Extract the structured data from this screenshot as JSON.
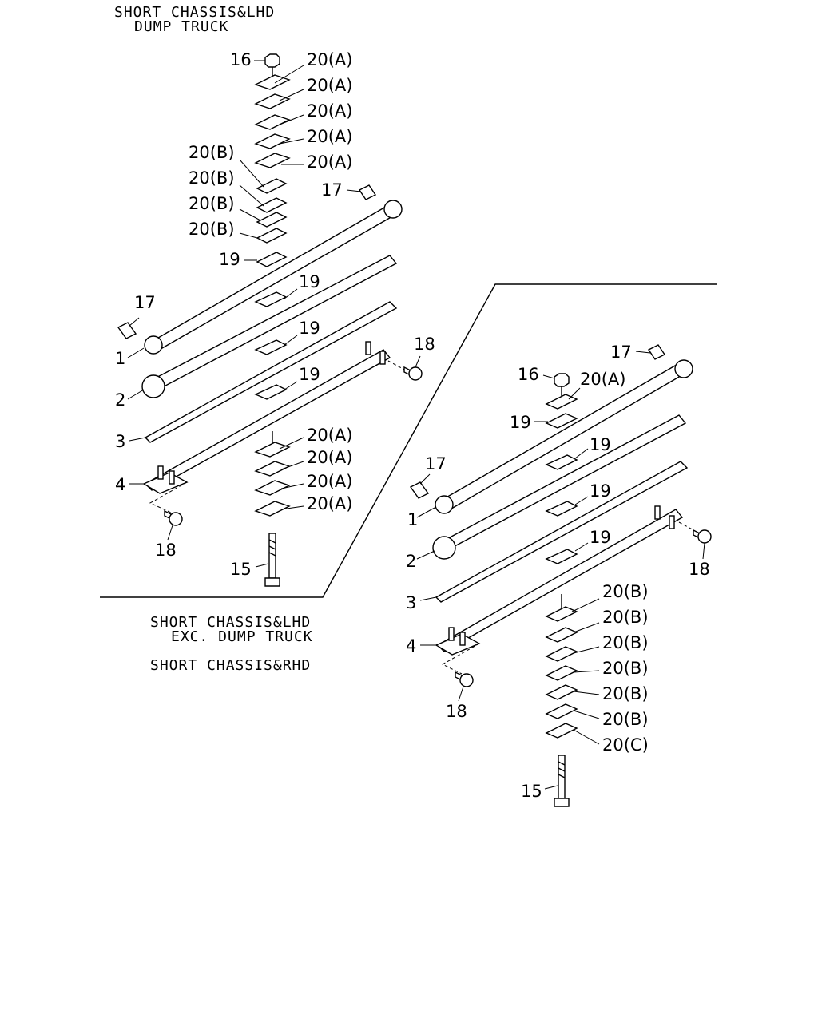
{
  "captions": {
    "top_line1": "SHORT CHASSIS&LHD",
    "top_line2": "DUMP TRUCK",
    "mid_line1": "SHORT CHASSIS&LHD",
    "mid_line2": "EXC. DUMP TRUCK",
    "mid_line3": "SHORT CHASSIS&RHD"
  },
  "left_assembly": {
    "label_16": "16",
    "top_shims": [
      "20(A)",
      "20(A)",
      "20(A)",
      "20(A)",
      "20(A)"
    ],
    "b_shims": [
      "20(B)",
      "20(B)",
      "20(B)",
      "20(B)"
    ],
    "label_17_top": "17",
    "label_19_a": "19",
    "label_19_b": "19",
    "label_19_c": "19",
    "label_19_d": "19",
    "label_17_left": "17",
    "label_18_right": "18",
    "leaf_1": "1",
    "leaf_2": "2",
    "leaf_3": "3",
    "leaf_4": "4",
    "bottom_shims": [
      "20(A)",
      "20(A)",
      "20(A)",
      "20(A)"
    ],
    "label_18_bottom": "18",
    "label_15": "15"
  },
  "right_assembly": {
    "label_17_top": "17",
    "label_16": "16",
    "top_shim": "20(A)",
    "label_19_a": "19",
    "label_19_b": "19",
    "label_19_c": "19",
    "label_19_d": "19",
    "label_17_left": "17",
    "leaf_1": "1",
    "leaf_2": "2",
    "leaf_3": "3",
    "leaf_4": "4",
    "label_18_right": "18",
    "bottom_shims": [
      "20(B)",
      "20(B)",
      "20(B)",
      "20(B)",
      "20(B)",
      "20(B)",
      "20(C)"
    ],
    "label_18_bottom": "18",
    "label_15": "15"
  }
}
